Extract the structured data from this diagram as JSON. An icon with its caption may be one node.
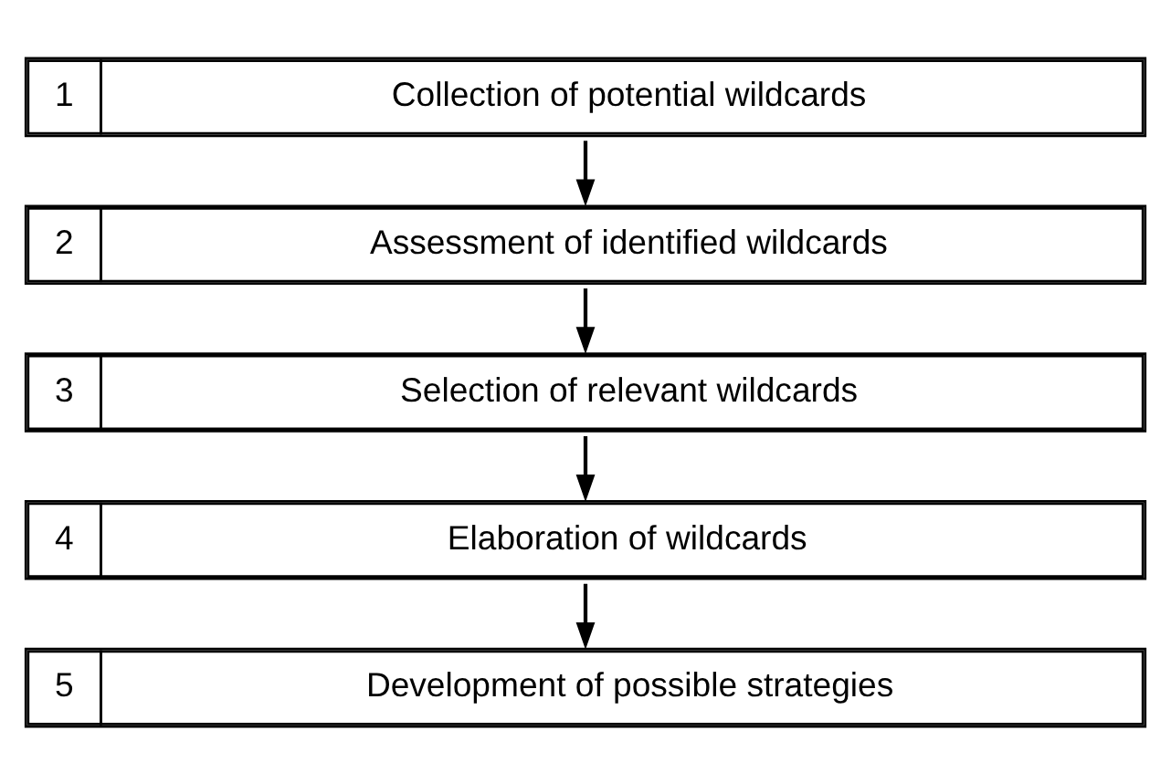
{
  "diagram": {
    "nodes": [
      {
        "text": [
          "1",
          "Collection of potential wildcards"
        ]
      },
      {
        "text": [
          "2",
          "Assessment of identified wildcards"
        ]
      },
      {
        "text": [
          "3",
          "Selection of relevant wildcards"
        ]
      },
      {
        "text": [
          "4",
          "Elaboration of wildcards"
        ]
      },
      {
        "text": [
          "5",
          "Development of possible strategies"
        ]
      }
    ],
    "edges": [
      {
        "from": 0,
        "to": 1,
        "arrow": "to"
      },
      {
        "from": 1,
        "to": 2,
        "arrow": "to"
      },
      {
        "from": 2,
        "to": 3,
        "arrow": "to"
      },
      {
        "from": 3,
        "to": 4,
        "arrow": "to"
      }
    ]
  }
}
